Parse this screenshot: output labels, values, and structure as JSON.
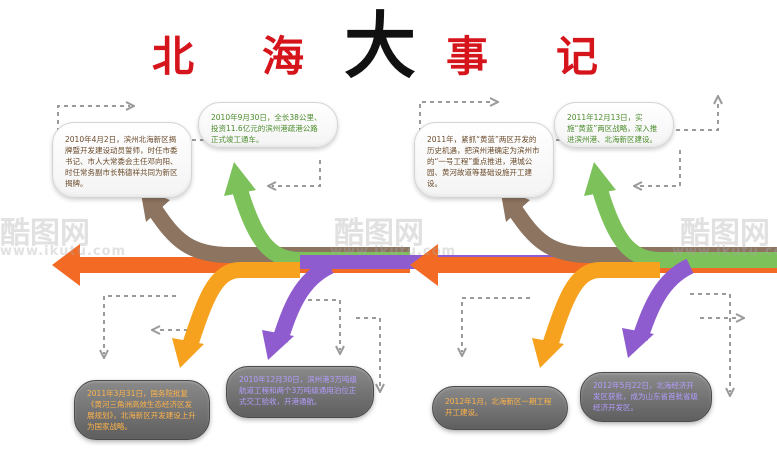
{
  "title": {
    "chars": [
      "北",
      "海",
      "大",
      "事",
      "记"
    ]
  },
  "events": {
    "left_top_1": "2010年4月2日，滨州北海新区揭牌暨开发建设动员誓师，时任市委书记、市人大常委会主任邓向阳、时任常务副市长韩德祥共同为新区揭牌。",
    "left_top_2": "2010年9月30日，全长38公里、投资11.6亿元的滨州港疏港公路正式竣工通车。",
    "left_bottom_1": "2011年3月31日，国务院批复《黄河三角洲高效生态经济区发展规划》，北海新区开发建设上升为国家战略。",
    "left_bottom_2": "2010年12月30日，滨州港3万吨级航道工程和两个3万吨级通用泊位正式交工验收，开港通航。",
    "right_top_1": "2011年，紧抓“黄蓝”两区开发的历史机遇，把滨州港确定为滨州市的“一号工程”重点推进，港城公园、黄河故道等基础设施开工建设。",
    "right_top_2": "2011年12月13日，实施“黄蓝”两区战略，深入推进滨州港、北海新区建设。",
    "right_bottom_1": "2012年1月，北海新区一期工程开工建设。",
    "right_bottom_2": "2012年5月22日，北海经济开发区获批，成为山东省首批省级经济开发区。"
  },
  "watermarks": {
    "brand": "酷图网",
    "site": "www.ikutu.com"
  },
  "colors": {
    "title_red": "#d6141b",
    "title_black": "#111111",
    "orange_red": "#f26a23",
    "brown": "#8c7460",
    "green": "#7cc15a",
    "orange": "#f7a21e",
    "purple": "#8e5ccf"
  }
}
